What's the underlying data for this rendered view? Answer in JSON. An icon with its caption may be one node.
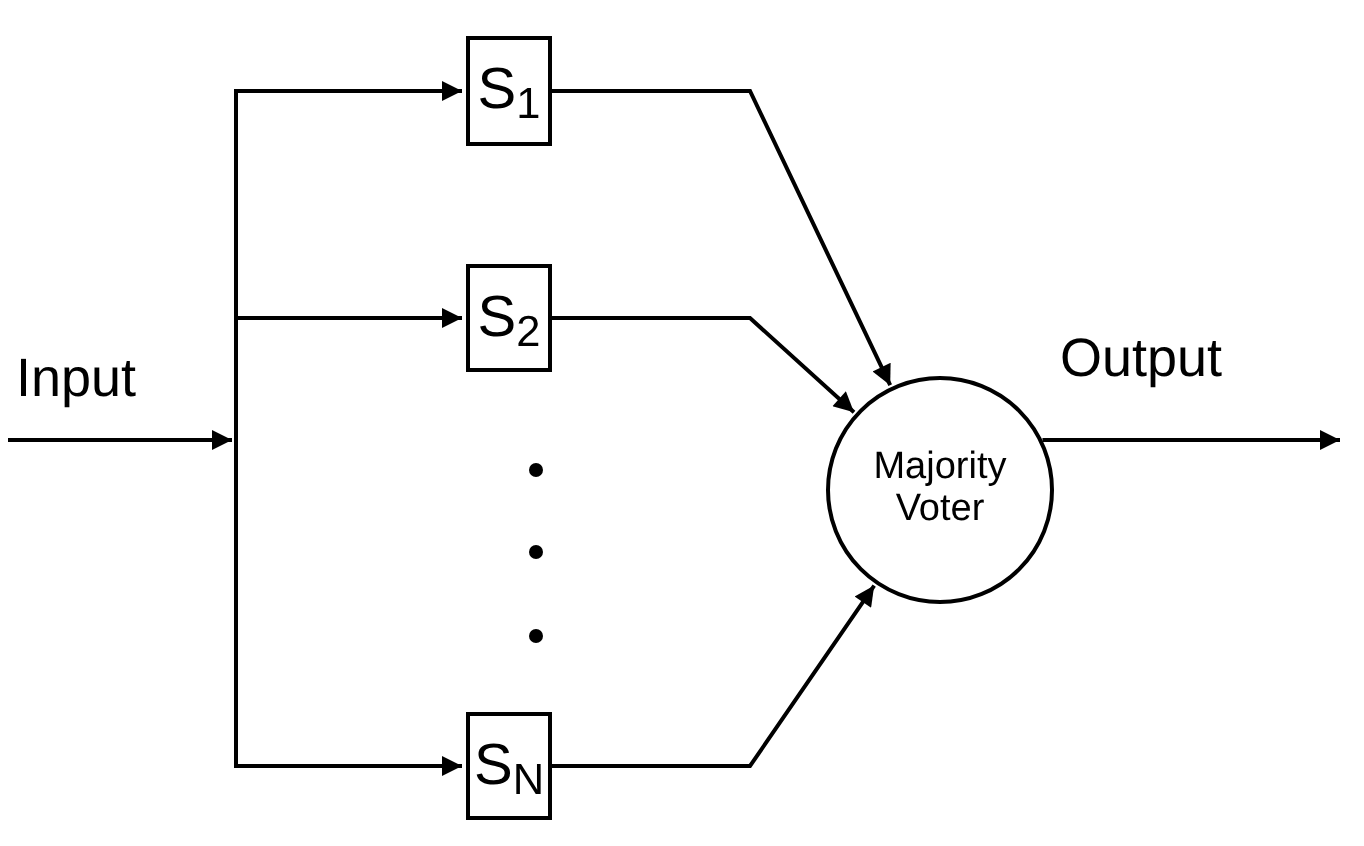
{
  "diagram": {
    "nodes": [
      {
        "text": [
          "S$_{1}$"
        ]
      },
      {
        "text": [
          "S$_{2}$"
        ]
      },
      {
        "text": [
          "S$_{N}$"
        ]
      },
      {
        "text": [
          "Majority Voter"
        ]
      }
    ],
    "edges": [
      {
        "from": null,
        "to": 0,
        "arrow": "to",
        "label": "Input"
      },
      {
        "from": null,
        "to": 1,
        "arrow": "to"
      },
      {
        "from": null,
        "to": 2,
        "arrow": "to"
      },
      {
        "from": 0,
        "to": 3,
        "arrow": "to"
      },
      {
        "from": 1,
        "to": 3,
        "arrow": "to"
      },
      {
        "from": 2,
        "to": 3,
        "arrow": "to"
      },
      {
        "from": 3,
        "to": null,
        "arrow": "to",
        "label": "Output"
      }
    ]
  }
}
